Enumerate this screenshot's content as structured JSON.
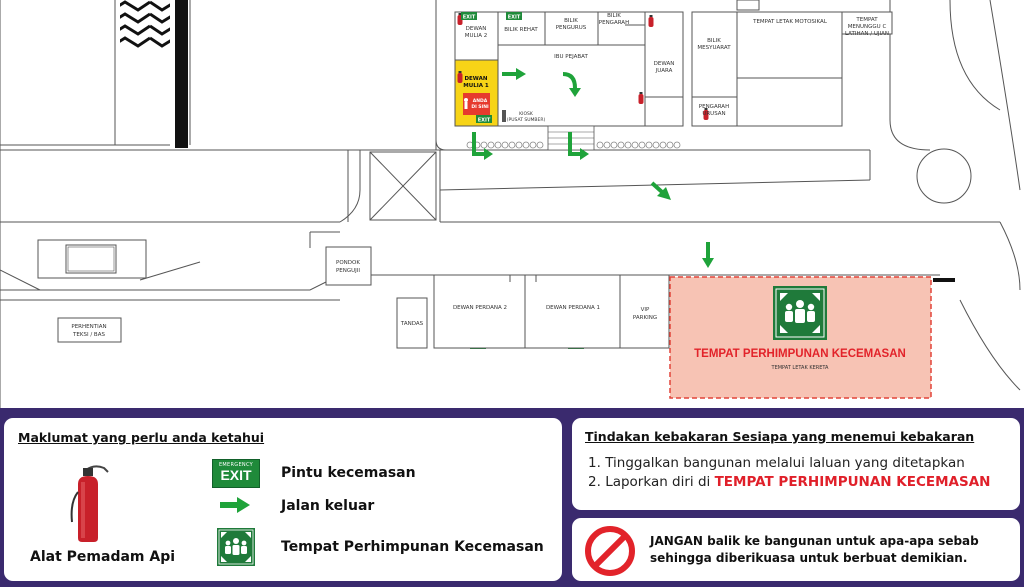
{
  "map": {
    "labels": {
      "dewan_mulia_2": [
        "DEWAN",
        "MULIA 2"
      ],
      "bilik_rehat": "BILIK REHAT",
      "bilik_pengurus": [
        "BILIK",
        "PENGURUS"
      ],
      "bilik_pengarah": [
        "BILIK",
        "PENGARAH"
      ],
      "ibu_pejabat": "IBU PEJABAT",
      "dewan_juara": [
        "DEWAN",
        "JUARA"
      ],
      "bilik_mesyuarat": [
        "BILIK",
        "MESYUARAT"
      ],
      "tempat_letak_motosikal": "TEMPAT LETAK MOTOSIKAL",
      "tempat_menunggu": [
        "TEMPAT",
        "MENUNGGU C",
        "LATIHAN / UJIAN"
      ],
      "pengarah_urusan": [
        "PENGARAH",
        "URUSAN"
      ],
      "dewan_mulia_1": [
        "DEWAN",
        "MULIA 1"
      ],
      "anda_di_sini": [
        "ANDA",
        "DI SINI"
      ],
      "kiosk": [
        "KIOSK",
        "(PUSAT SUMBER)"
      ],
      "pondok_pengujii": [
        "PONDOK",
        "PENGUJII"
      ],
      "perhentian": [
        "PERHENTIAN",
        "TEKSI / BAS"
      ],
      "tandas": "TANDAS",
      "dewan_perdana_2": "DEWAN PERDANA 2",
      "dewan_perdana_1": "DEWAN PERDANA 1",
      "vip_parking": [
        "VIP",
        "PARKING"
      ],
      "assembly_title": "TEMPAT PERHIMPUNAN KECEMASAN",
      "assembly_sub": "TEMPAT LETAK KERETA",
      "exit_small": "EXIT"
    },
    "colors": {
      "exit_green": "#1f8a3a",
      "arrow_green": "#1fa33a",
      "you_are_here_yellow": "#f7d417",
      "assembly_fill": "#f7c3b4",
      "assembly_border": "#e2443a",
      "assembly_text": "#e2232a"
    }
  },
  "legend": {
    "heading": "Maklumat yang perlu anda ketahui",
    "extinguisher_label": "Alat Pemadam Api",
    "exit_sign": {
      "top": "EMERGENCY",
      "main": "EXIT"
    },
    "items": [
      {
        "icon": "emergency-exit-sign-icon",
        "label": "Pintu kecemasan"
      },
      {
        "icon": "green-arrow-icon",
        "label": "Jalan keluar"
      },
      {
        "icon": "assembly-point-icon",
        "label": "Tempat Perhimpunan Kecemasan"
      }
    ]
  },
  "actions": {
    "heading": "Tindakan kebakaran Sesiapa yang menemui kebakaran",
    "steps": [
      {
        "number": "1.",
        "text": "Tinggalkan bangunan melalui laluan yang ditetapkan"
      },
      {
        "number": "2.",
        "text": "Laporkan diri di",
        "highlight": "TEMPAT PERHIMPUNAN KECEMASAN"
      }
    ]
  },
  "warning": {
    "icon": "no-entry-icon",
    "text": "JANGAN balik ke bangunan untuk apa-apa sebab sehingga diberikuasa untuk berbuat demikian."
  }
}
